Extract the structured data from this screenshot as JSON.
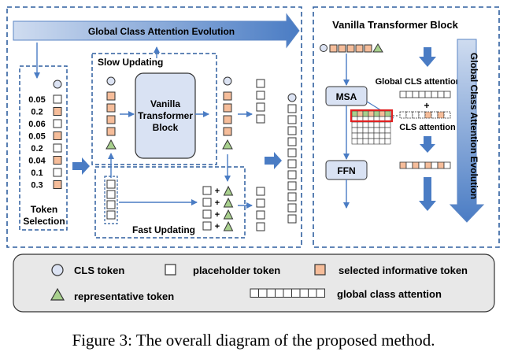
{
  "figure": {
    "global_arrow_label": "Global Class Attention Evolution",
    "token_scores": [
      "0.05",
      "0.2",
      "0.06",
      "0.05",
      "0.2",
      "0.04",
      "0.1",
      "0.3"
    ],
    "token_selection_label": [
      "Token",
      "Selection"
    ],
    "slow_updating_label": "Slow Updating",
    "fast_updating_label": "Fast Updating",
    "vanilla_box_label": [
      "Vanilla",
      "Transformer",
      "Block"
    ],
    "right_panel_title": "Vanilla Transformer Block",
    "msa_label": "MSA",
    "ffn_label": "FFN",
    "global_cls_attention_label": "Global CLS attention",
    "cls_attention_label": "CLS attention",
    "plus_sign": "+",
    "vertical_arrow_label": "Global Class Attention Evolution"
  },
  "legend": {
    "cls_token": "CLS token",
    "placeholder_token": "placeholder token",
    "selected_token": "selected informative token",
    "representative_token": "representative token",
    "global_class_attention": "global class attention"
  },
  "caption": "Figure 3: The overall diagram of the proposed method.",
  "colors": {
    "cls": "#dce3f3",
    "selected": "#f6bd9a",
    "representative": "#a8d08d",
    "blue": "#4a7cc4",
    "blue_light": "#cfdcf0",
    "dashed": "#2f5f9f",
    "highlight": "#e02020"
  }
}
